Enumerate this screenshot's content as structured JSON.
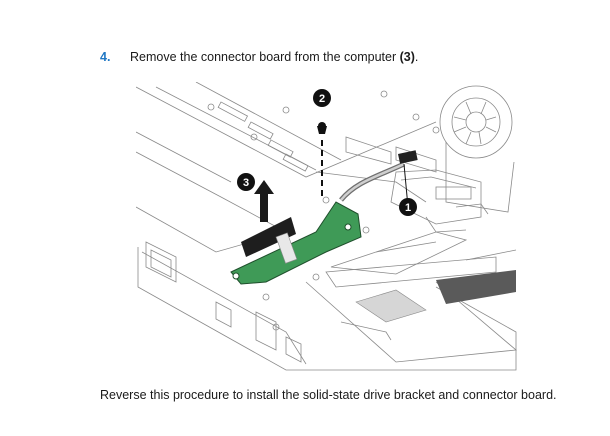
{
  "step": {
    "number": "4.",
    "text_before": "Remove the connector board from the computer ",
    "callout_ref": "(3)",
    "text_after": "."
  },
  "callouts": [
    "1",
    "2",
    "3"
  ],
  "footer": {
    "text": "Reverse this procedure to install the solid-state drive bracket and connector board."
  },
  "colors": {
    "step_number": "#1f77c4",
    "board_green": "#3f9a57",
    "line": "#7a7a7a",
    "callout": "#111111"
  }
}
